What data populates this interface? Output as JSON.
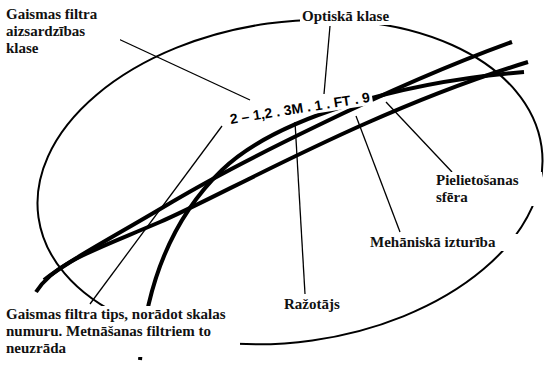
{
  "diagram": {
    "labels": [
      "Optiskā klase",
      "Gaismas filtra aizsardzības klase",
      "2 – 1,2 . 3M . 1 . FT . 9",
      "Pielietošanas sfēra",
      "Mehāniskā izturība",
      "Ražotājs",
      "Gaismas filtra tips, norādot skalas numuru. Metnāšanas filtriem to neuzrāda"
    ]
  }
}
